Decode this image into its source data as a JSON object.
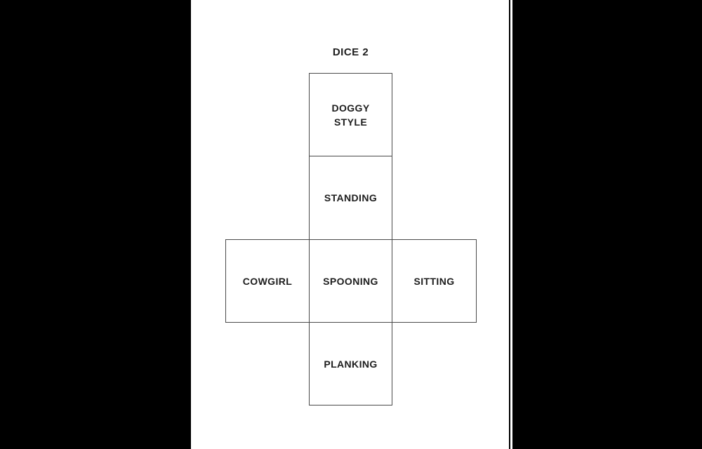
{
  "title": "DICE 2",
  "colors": {
    "background": "#ffffff",
    "letterbox_bar": "#000000",
    "face_border": "#4a4a4a",
    "text": "#1d1d1d"
  },
  "net": {
    "shape": "cube-net-cross",
    "faces": [
      {
        "id": "doggy-style",
        "label": "DOGGY\nSTYLE",
        "position": "top"
      },
      {
        "id": "standing",
        "label": "STANDING",
        "position": "upper-middle"
      },
      {
        "id": "cowgirl",
        "label": "COWGIRL",
        "position": "middle-left"
      },
      {
        "id": "spooning",
        "label": "SPOONING",
        "position": "middle-center"
      },
      {
        "id": "sitting",
        "label": "SITTING",
        "position": "middle-right"
      },
      {
        "id": "planking",
        "label": "PLANKING",
        "position": "bottom"
      }
    ]
  }
}
